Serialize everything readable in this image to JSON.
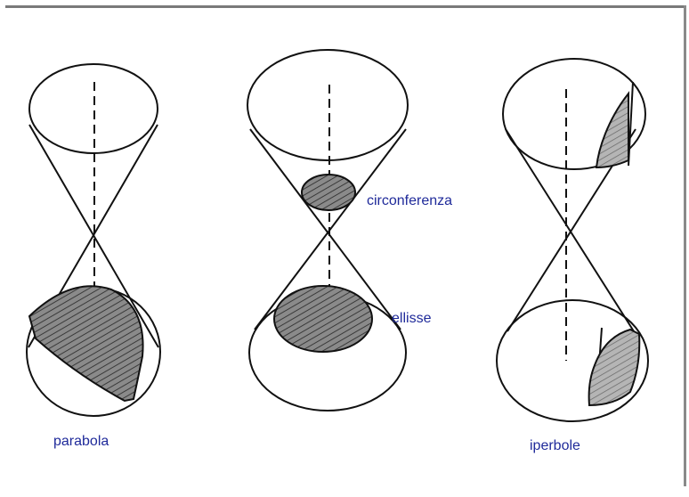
{
  "figure": {
    "label_color": "#1f2a9a",
    "line_color": "#111111",
    "section_fill": "#7d7d7d",
    "section_fill_light": "#a8a8a8",
    "cones": [
      {
        "id": "parabola",
        "label": "parabola"
      },
      {
        "id": "ellisse",
        "labels": {
          "circle": "circonferenza",
          "ellipse": "ellisse"
        }
      },
      {
        "id": "iperbole",
        "label": "iperbole"
      }
    ]
  }
}
